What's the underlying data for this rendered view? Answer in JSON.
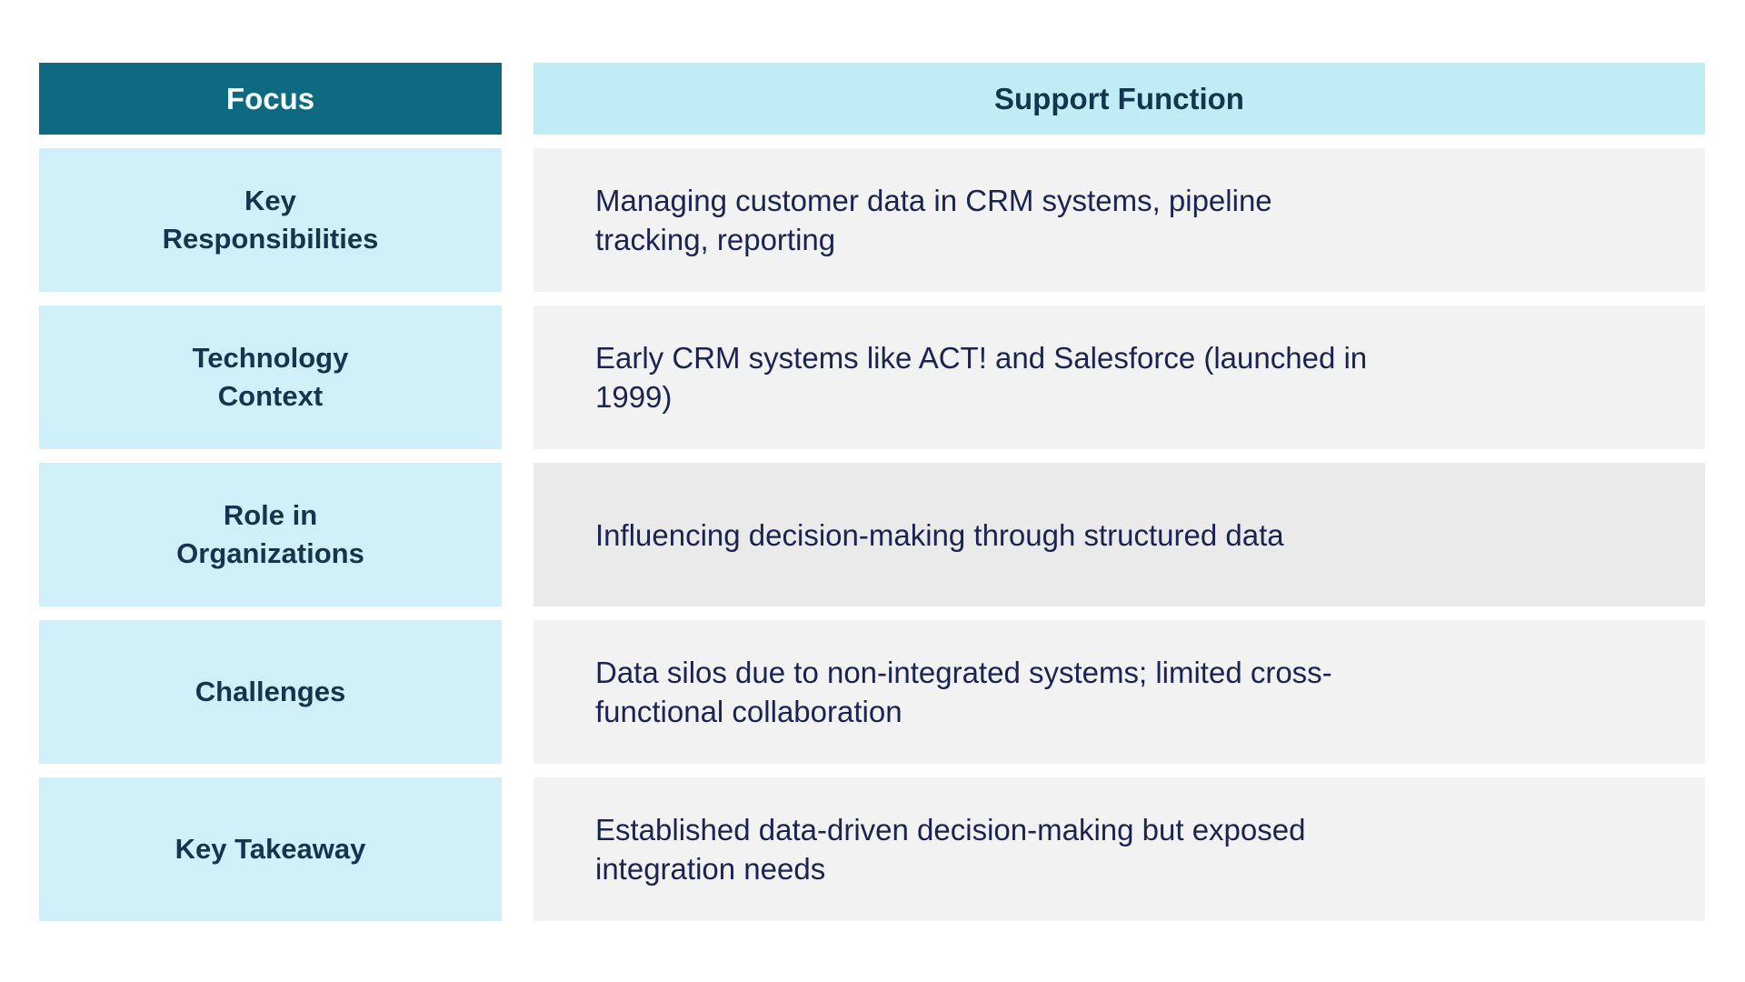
{
  "colors": {
    "teal": "#0d6a80",
    "header_cyan": "#c0edf5",
    "row_cyan": "#cff0f8",
    "cell_gray": "#f2f2f2",
    "cell_gray_alt": "#eaeaea",
    "label_navy": "#14354e",
    "body_navy": "#1a2352"
  },
  "table": {
    "columns": [
      {
        "label": "Focus"
      },
      {
        "label": "Support Function"
      }
    ],
    "rows": [
      {
        "focus": "Key Responsibilities",
        "focus_lines": [
          "Key",
          "Responsibilities"
        ],
        "support": "Managing customer data in CRM systems, pipeline tracking, reporting",
        "support_lines": [
          "Managing customer data in CRM systems, pipeline",
          "tracking, reporting"
        ]
      },
      {
        "focus": "Technology Context",
        "focus_lines": [
          "Technology",
          "Context"
        ],
        "support": "Early CRM systems like ACT! and Salesforce (launched in 1999)",
        "support_lines": [
          "Early CRM systems like ACT! and Salesforce (launched in",
          "1999)"
        ]
      },
      {
        "focus": "Role in Organizations",
        "focus_lines": [
          "Role in",
          "Organizations"
        ],
        "support": "Influencing decision-making through structured data",
        "support_lines": [
          "Influencing decision-making through structured data"
        ]
      },
      {
        "focus": "Challenges",
        "focus_lines": [
          "Challenges"
        ],
        "support": "Data silos due to non-integrated systems; limited cross-functional collaboration",
        "support_lines": [
          "Data silos due to non-integrated systems; limited cross-",
          "functional collaboration"
        ]
      },
      {
        "focus": "Key Takeaway",
        "focus_lines": [
          "Key Takeaway"
        ],
        "support": "Established data-driven decision-making but exposed integration needs",
        "support_lines": [
          "Established data-driven decision-making but exposed",
          "integration needs"
        ]
      }
    ]
  }
}
